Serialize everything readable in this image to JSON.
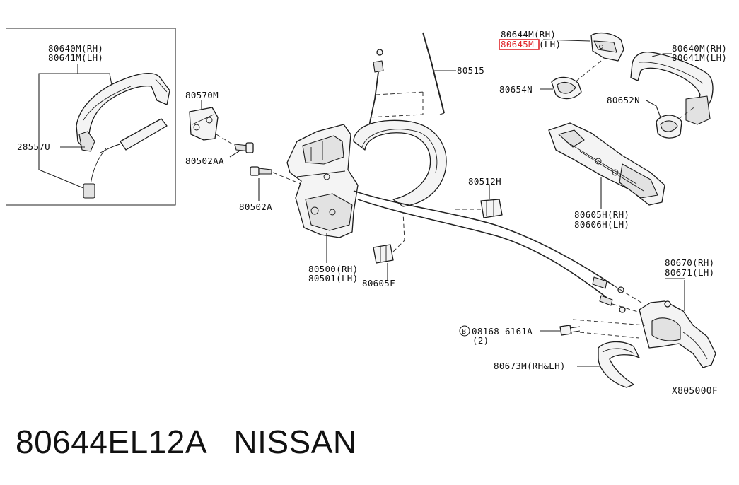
{
  "labels": {
    "p80640M_rh_left": "80640M(RH)",
    "p80641M_lh_left": "80641M(LH)",
    "p28557U": "28557U",
    "p80570M": "80570M",
    "p80502AA": "80502AA",
    "p80502A": "80502A",
    "p80500H": "80500(RH)",
    "p80501H": "80501(LH)",
    "p80515": "80515",
    "p80512H": "80512H",
    "p80605F": "80605F",
    "p80644M": "80644M(RH)",
    "p80645M_code": "80645M",
    "p80645M_side": "(LH)",
    "p80654N": "80654N",
    "p80640M_rh_right": "80640M(RH)",
    "p80641M_lh_right": "80641M(LH)",
    "p80652N": "80652N",
    "p80605H": "80605H(RH)",
    "p80606H": "80606H(LH)",
    "p80670": "80670(RH)",
    "p80671": "80671(LH)",
    "p08168": "08168-6161A",
    "p08168_qty": "(2)",
    "bolt_symbol": "B",
    "p80673M": "80673M(RH&LH)",
    "diagram_code": "X805000F"
  },
  "caption": {
    "part_number": "80644EL12A",
    "brand": "NISSAN"
  },
  "highlight": {
    "color": "#e0262b",
    "target": "80645M"
  }
}
